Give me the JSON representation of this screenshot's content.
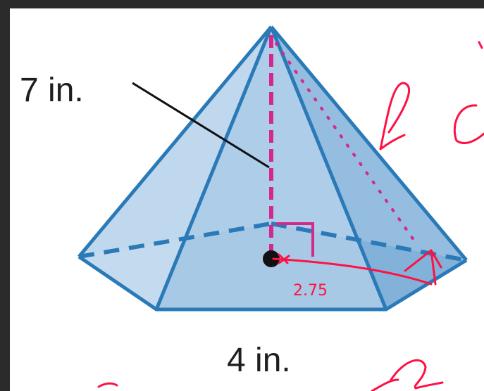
{
  "diagram": {
    "labels": {
      "height": "7 in.",
      "base_edge": "4 in."
    },
    "annotations": {
      "apothem_value": "2.75",
      "slant_symbol": "l"
    },
    "colors": {
      "face_light": "#c7def0",
      "face_mid": "#a9cae6",
      "face_dark": "#7fafd8",
      "edge": "#2a7ab8",
      "height_line": "#d4288c",
      "ink": "#ff1144",
      "frame": "#2b2b2b",
      "background": "#ffffff"
    }
  }
}
